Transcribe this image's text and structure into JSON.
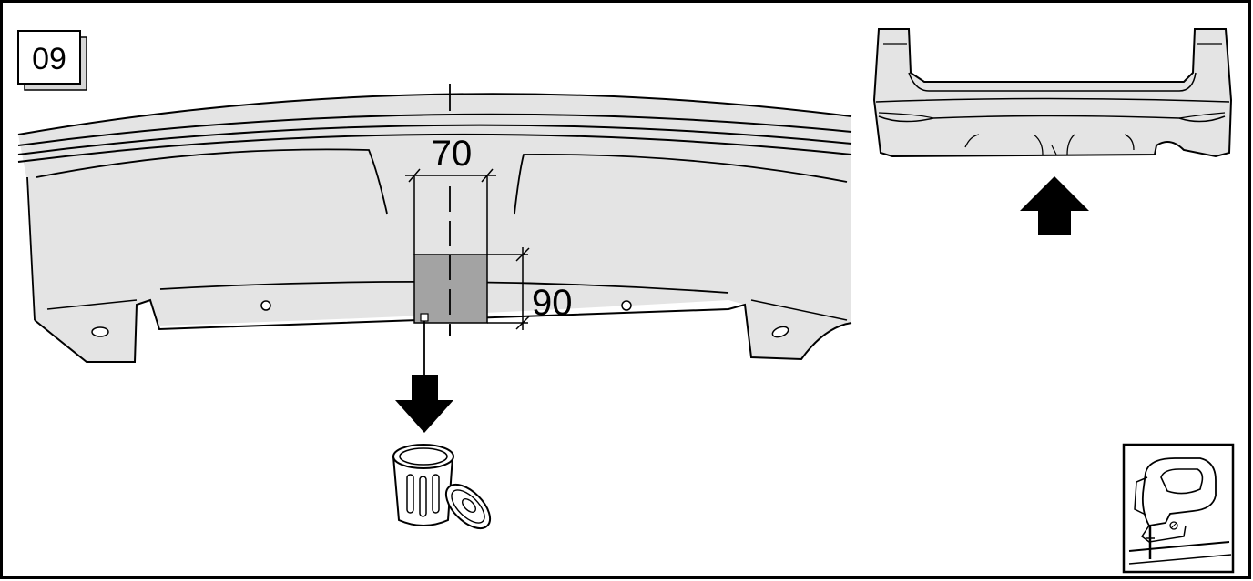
{
  "step": {
    "number": "09"
  },
  "dimensions": {
    "width_label": "70",
    "height_label": "90"
  },
  "colors": {
    "panel_fill": "#e4e4e4",
    "cutout_fill": "#a3a3a3",
    "stroke": "#000000",
    "background": "#ffffff"
  },
  "icons": {
    "discard": "trash-bin-icon",
    "tool": "jigsaw-icon",
    "direction_down": "arrow-down-icon",
    "direction_up": "arrow-up-icon"
  }
}
